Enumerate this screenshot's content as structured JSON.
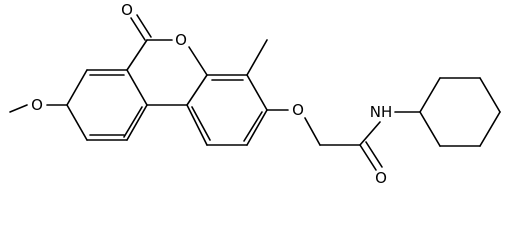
{
  "molecule": {
    "atom_labels": {
      "carbonyl_oxygen": "O",
      "ring_oxygen": "O",
      "methoxy_oxygen": "O",
      "ether_oxygen": "O",
      "amide_nh": "NH",
      "amide_oxygen": "O"
    }
  }
}
